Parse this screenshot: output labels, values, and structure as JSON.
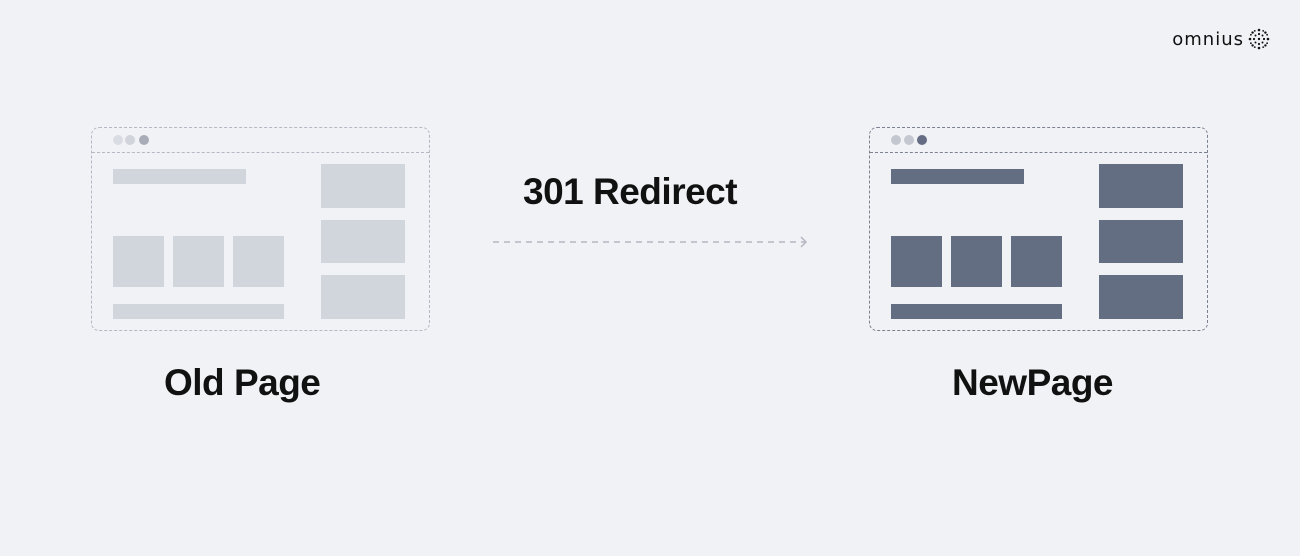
{
  "brand": {
    "name": "omnius",
    "icon": "omnius-logo-mark"
  },
  "connector": {
    "label": "301 Redirect",
    "style": "dashed-arrow",
    "color": "#b4b8c2"
  },
  "old_page": {
    "label": "Old Page",
    "fill_color": "#d1d5dc"
  },
  "new_page": {
    "label": "NewPage",
    "fill_color": "#636e83"
  },
  "background": "#f1f2f6"
}
